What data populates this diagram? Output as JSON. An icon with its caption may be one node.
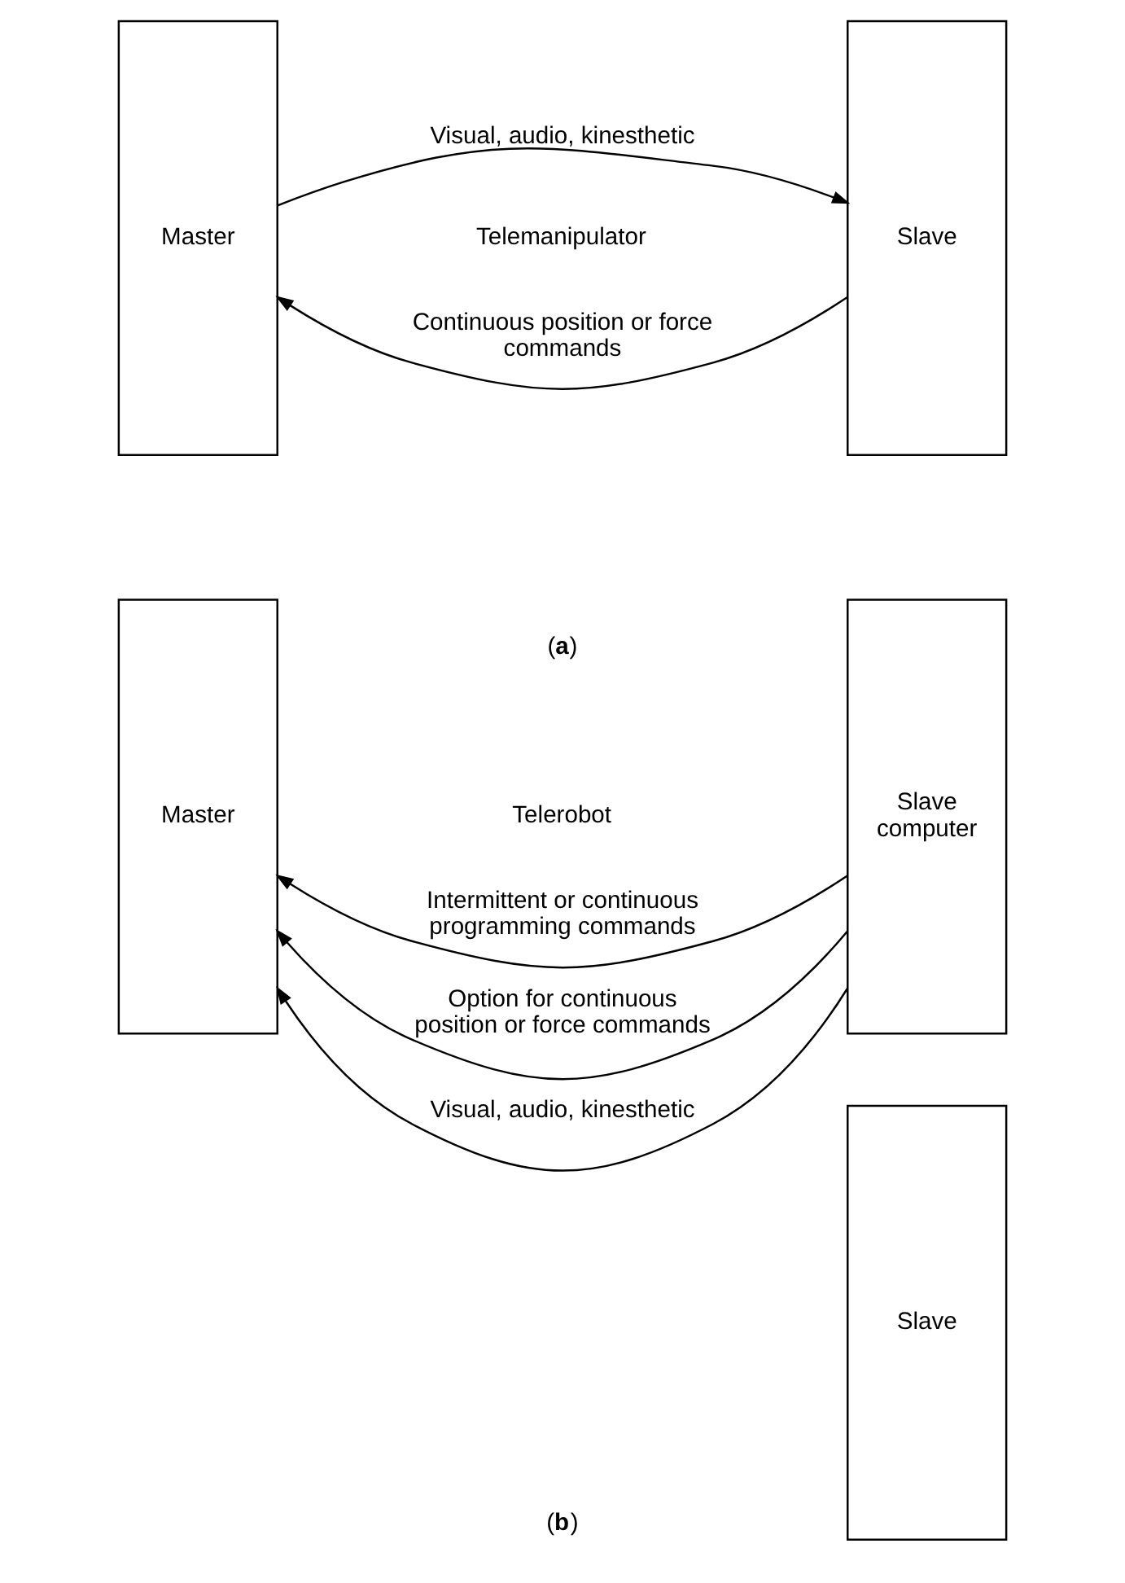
{
  "diagram": {
    "nodes": [
      {
        "text": [
          "Master"
        ]
      },
      {
        "text": [
          "Slave"
        ]
      },
      {
        "text": [
          "Master"
        ]
      },
      {
        "text": [
          "Slave computer"
        ]
      },
      {
        "text": [
          "Slave"
        ]
      }
    ],
    "edges": [
      {
        "from": 1,
        "to": 0,
        "arrow": "to",
        "label": "Continuous position or force commands"
      },
      {
        "from": 0,
        "to": 1,
        "arrow": "to",
        "label": "Visual, audio, kinesthetic"
      },
      {
        "from": 3,
        "to": 2,
        "arrow": "to",
        "label": "Intermittent or continuous programming commands"
      },
      {
        "from": 3,
        "to": 2,
        "arrow": "to",
        "label": "Option for continuous position or force commands"
      },
      {
        "from": 3,
        "to": 2,
        "arrow": "to",
        "label": "Visual, audio, kinesthetic"
      }
    ],
    "labels": [
      "Telemanipulator",
      "(**a**)",
      "Telerobot",
      "(**b**)"
    ]
  }
}
